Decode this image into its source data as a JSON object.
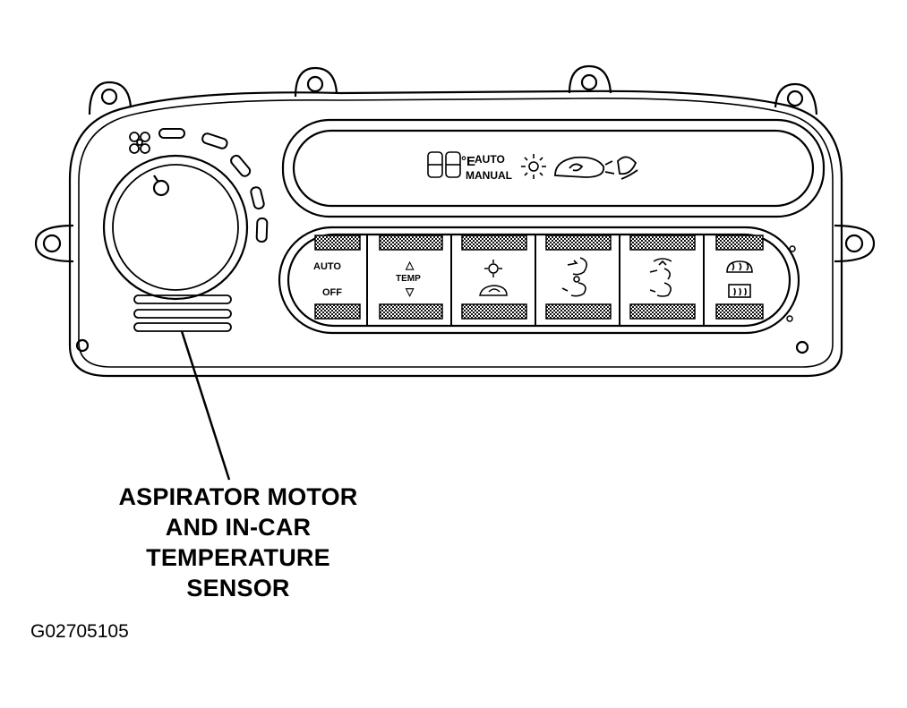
{
  "figure": {
    "callout_lines": [
      "ASPIRATOR MOTOR",
      "AND IN-CAR",
      "TEMPERATURE",
      "SENSOR"
    ],
    "figure_id": "G02705105"
  },
  "display": {
    "digits": "88",
    "degree_unit": "°E",
    "mode_auto": "AUTO",
    "mode_manual": "MANUAL",
    "icons": [
      "ac-snowflake-icon",
      "recirculation-icon",
      "defrost-floor-icon"
    ]
  },
  "buttons": {
    "auto_label": "AUTO",
    "off_label": "OFF",
    "temp_label": "TEMP",
    "temp_up_glyph": "△",
    "temp_down_glyph": "▽",
    "icons": [
      "ac-recirc-icon",
      "panel-floor-vent-icon",
      "defrost-floor-vent-icon",
      "rear-defrost-icon"
    ]
  },
  "colors": {
    "ink": "#000000",
    "paper": "#ffffff",
    "hatch": "#9a9a9a"
  }
}
